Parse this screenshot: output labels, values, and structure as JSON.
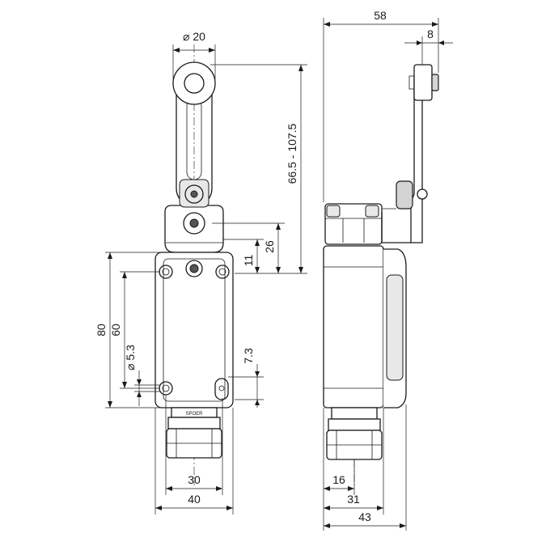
{
  "dimensions": {
    "roller_diameter": "⌀ 20",
    "lever_length": "66.5 - 107.5",
    "actuator_height": "26",
    "head_offset": "11",
    "overall_height": "80",
    "hole_spacing_v": "60",
    "hole_diameter": "⌀ 5.3",
    "hole_inset": "7.3",
    "hole_spacing_h": "30",
    "body_width": "40",
    "overall_depth": "58",
    "roller_width": "8",
    "gland_offset": "16",
    "body_depth": "31",
    "depth_with_cover": "43"
  },
  "brand": "SPOER"
}
